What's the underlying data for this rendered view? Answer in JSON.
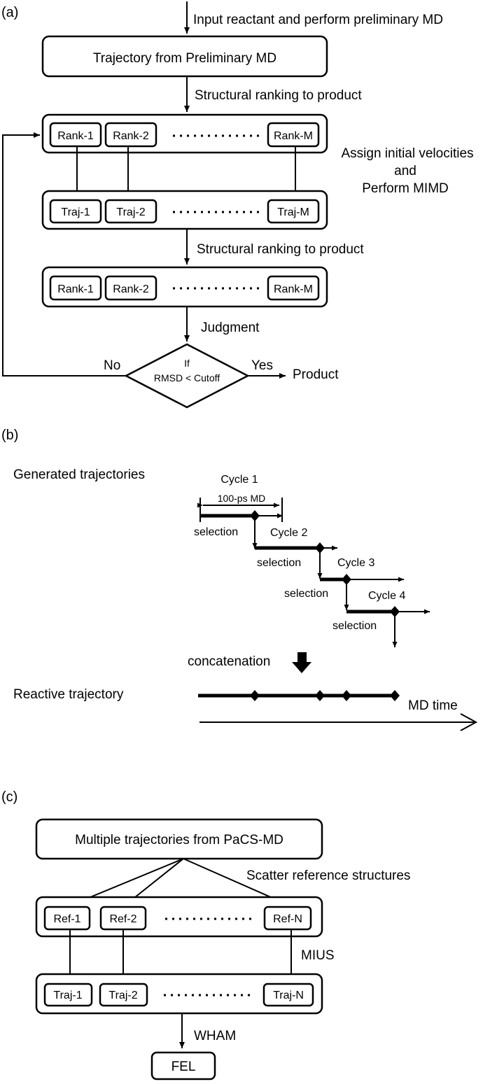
{
  "panel_a": {
    "label": "(a)",
    "input_text": "Input reactant and perform preliminary MD",
    "trajectory_box": "Trajectory from Preliminary MD",
    "ranking_text_1": "Structural ranking to product",
    "rank1": "Rank-1",
    "rank2": "Rank-2",
    "rankM": "Rank-M",
    "assign_line1": "Assign initial velocities",
    "assign_line2": "and",
    "assign_line3": "Perform MIMD",
    "traj1": "Traj-1",
    "traj2": "Traj-2",
    "trajM": "Traj-M",
    "ranking_text_2": "Structural ranking to product",
    "rank1_b": "Rank-1",
    "rank2_b": "Rank-2",
    "rankM_b": "Rank-M",
    "judgment": "Judgment",
    "no": "No",
    "yes": "Yes",
    "product": "Product",
    "diamond_line1": "If",
    "diamond_line2": "RMSD < Cutoff"
  },
  "panel_b": {
    "label": "(b)",
    "generated": "Generated trajectories",
    "cycle1": "Cycle 1",
    "md_span": "100-ps MD",
    "selection1": "selection",
    "cycle2": "Cycle 2",
    "selection2": "selection",
    "cycle3": "Cycle 3",
    "selection3": "selection",
    "cycle4": "Cycle 4",
    "selection4": "selection",
    "concatenation": "concatenation",
    "reactive": "Reactive trajectory",
    "md_time": "MD time"
  },
  "panel_c": {
    "label": "(c)",
    "multiple_box": "Multiple trajectories from PaCS-MD",
    "scatter": "Scatter reference structures",
    "ref1": "Ref-1",
    "ref2": "Ref-2",
    "refN": "Ref-N",
    "mius": "MIUS",
    "traj1": "Traj-1",
    "traj2": "Traj-2",
    "trajN": "Traj-N",
    "wham": "WHAM",
    "fel": "FEL"
  }
}
